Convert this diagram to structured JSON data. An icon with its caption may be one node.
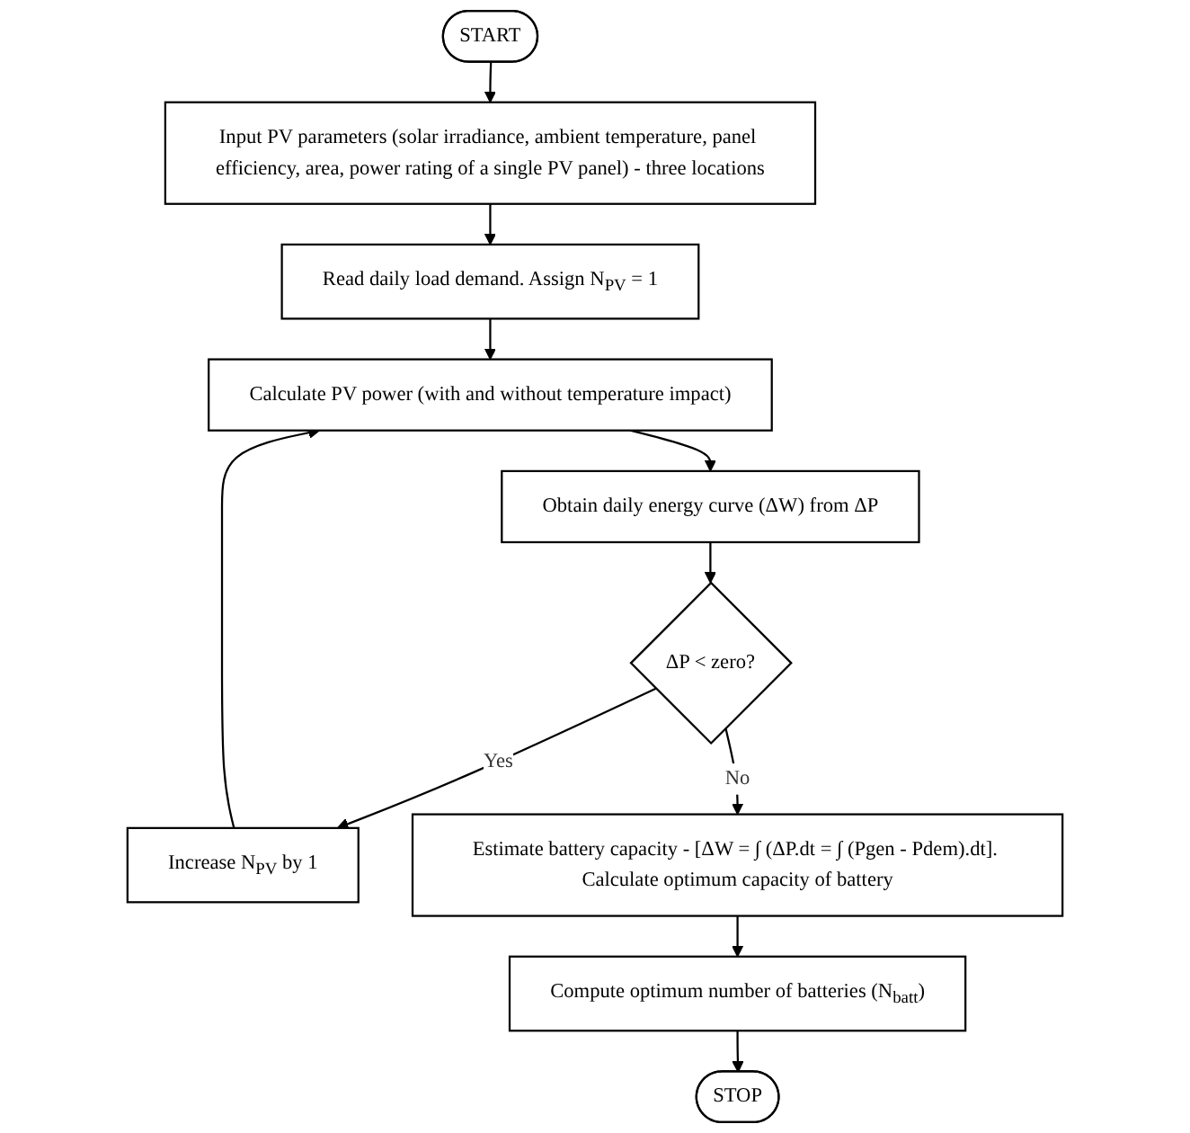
{
  "diagram": {
    "nodes": [
      {
        "text": [
          "START"
        ]
      },
      {
        "text": [
          "Input PV parameters (solar irradiance, ambient temperature, panel efficiency, area, power rating of a single PV panel) - three locations"
        ]
      },
      {
        "text": [
          "Read daily load demand. Assign N$_{PV}$ = 1"
        ]
      },
      {
        "text": [
          "Calculate PV power (with and without temperature impact)"
        ]
      },
      {
        "text": [
          "Obtain daily energy curve (ΔW) from ΔP"
        ]
      },
      {
        "text": [
          "ΔP < zero?"
        ]
      },
      {
        "text": [
          "Increase N$_{PV}$ by 1"
        ]
      },
      {
        "text": [
          "Estimate battery capacity - [ΔW = ∫ (ΔP.dt = ∫ (Pgen - Pdem).dt]. Calculate optimum capacity of battery"
        ]
      },
      {
        "text": [
          "Compute optimum number of batteries (N$_{batt}$)"
        ]
      },
      {
        "text": [
          "STOP"
        ]
      }
    ],
    "edges": [
      {
        "from": 0,
        "to": 1,
        "arrow": "to"
      },
      {
        "from": 1,
        "to": 2,
        "arrow": "to"
      },
      {
        "from": 2,
        "to": 3,
        "arrow": "to"
      },
      {
        "from": 3,
        "to": 4,
        "arrow": "to"
      },
      {
        "from": 4,
        "to": 5,
        "arrow": "to"
      },
      {
        "from": 5,
        "to": 6,
        "label": "Yes",
        "arrow": "to"
      },
      {
        "from": 6,
        "to": 3,
        "arrow": "to"
      },
      {
        "from": 5,
        "to": 7,
        "label": "No",
        "arrow": "to"
      },
      {
        "from": 7,
        "to": 8,
        "arrow": "to"
      },
      {
        "from": 8,
        "to": 9,
        "arrow": "to"
      }
    ]
  }
}
